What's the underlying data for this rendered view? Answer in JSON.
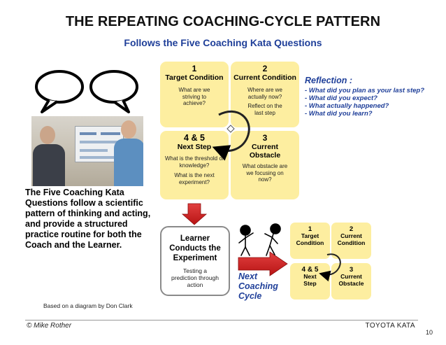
{
  "title": "THE REPEATING COACHING-CYCLE PATTERN",
  "subtitle": "Follows the Five Coaching Kata Questions",
  "left_text": "The Five Coaching Kata Questions follow a scientific pattern of thinking and acting, and provide a structured practice routine for both the Coach and the Learner.",
  "credit": "Based on a diagram by Don Clark",
  "grid": {
    "c1": {
      "num": "1",
      "head": "Target Condition",
      "q": "What are we striving to achieve?"
    },
    "c2": {
      "num": "2",
      "head": "Current Condition",
      "q1": "Where are we actually now?",
      "q2": "Reflect on the last step"
    },
    "c45": {
      "num": "4 & 5",
      "head": "Next Step",
      "q1": "What is the threshold of knowledge?",
      "q2": "What is the next experiment?"
    },
    "c3": {
      "num": "3",
      "head": "Current Obstacle",
      "q": "What obstacle are we focusing on now?"
    }
  },
  "reflection": {
    "title": "Reflection :",
    "items": [
      "- What did you plan as your last step?",
      "- What did you expect?",
      "- What actually happened?",
      "- What did you learn?"
    ]
  },
  "learner_box": {
    "title": "Learner Conducts the Experiment",
    "desc": "Testing a prediction through action"
  },
  "next_cycle": "Next Coaching Cycle",
  "mini_grid": {
    "m1": {
      "num": "1",
      "head": "Target Condition"
    },
    "m2": {
      "num": "2",
      "head": "Current Condition"
    },
    "m45": {
      "num": "4 & 5",
      "head": "Next Step"
    },
    "m3": {
      "num": "3",
      "head": "Current Obstacle"
    }
  },
  "footer": {
    "left": "© Mike Rother",
    "right": "TOYOTA KATA",
    "page": "10"
  },
  "colors": {
    "cell_fill": "#fdeea0",
    "blue_text": "#1f3f99",
    "arrow_red": "#cc1f1f"
  }
}
